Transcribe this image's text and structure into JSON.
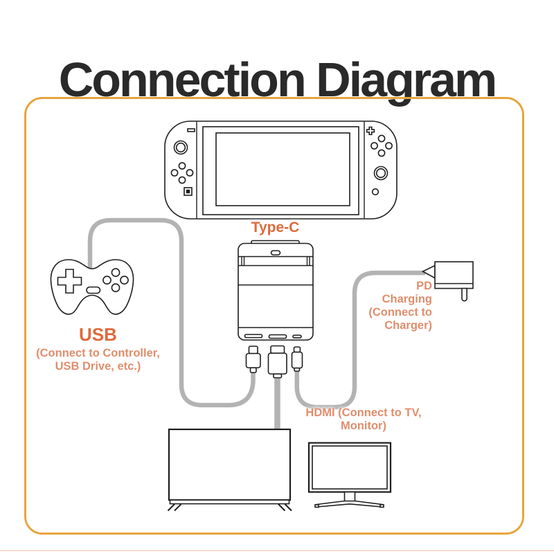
{
  "title": "Connection Diagram",
  "labels": {
    "type_c": "Type-C",
    "usb": {
      "title": "USB",
      "line1": "(Connect to Controller,",
      "line2": "USB Drive, etc.)"
    },
    "pd": {
      "line1": "PD",
      "line2": "Charging",
      "line3": "(Connect to",
      "line4": "Charger)"
    },
    "hdmi": {
      "line1": "HDMI (Connect to TV,",
      "line2": "Monitor)"
    }
  },
  "icons": {
    "console": "switch-console-icon",
    "dock": "dock-icon",
    "controller": "game-controller-icon",
    "power_adapter": "power-adapter-icon",
    "tv": "tv-icon",
    "monitor": "monitor-icon",
    "cables": [
      "usb-cable",
      "hdmi-cable",
      "pd-cable"
    ]
  },
  "colors": {
    "title_color": "#2a2a2a",
    "accent_orange": "#de6a3c",
    "salmon": "#e08e6d",
    "frame_gold": "#e7a43c",
    "cable_gray": "#b3b3b3",
    "outline_dark": "#1e1e1e",
    "divider_pink": "#f6cdc8",
    "background": "#ffffff"
  }
}
